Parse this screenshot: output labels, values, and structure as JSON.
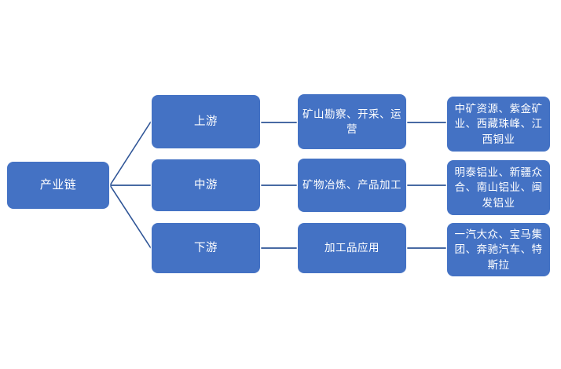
{
  "diagram": {
    "type": "industry-chain-flow",
    "colors": {
      "node_fill": "#4472C4",
      "node_border": "#FFFFFF",
      "connector": "#2E5496",
      "text": "#FFFFFF",
      "background": "#FFFFFF"
    },
    "root": {
      "id": "root",
      "label": "产业链"
    },
    "rows": [
      {
        "id": "upstream",
        "stage": "上游",
        "activity": "矿山勘察、开采、运营",
        "companies": "中矿资源、紫金矿业、西藏珠峰、江西铜业"
      },
      {
        "id": "midstream",
        "stage": "中游",
        "activity": "矿物冶炼、产品加工",
        "companies": "明泰铝业、新疆众合、南山铝业、闽发铝业"
      },
      {
        "id": "downstream",
        "stage": "下游",
        "activity": "加工品应用",
        "companies": "一汽大众、宝马集团、奔驰汽车、特斯拉"
      }
    ]
  }
}
